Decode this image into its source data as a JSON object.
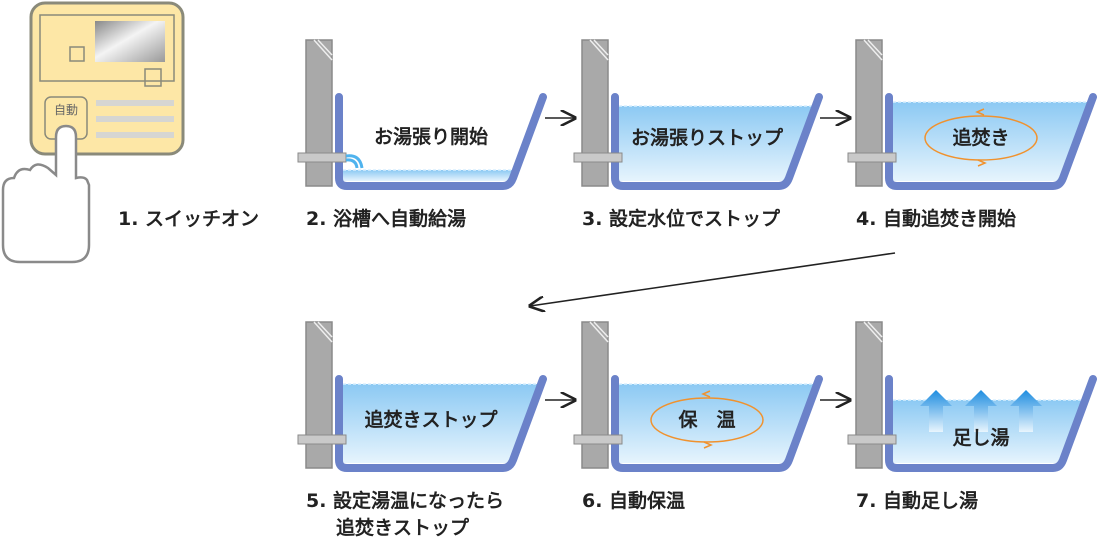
{
  "panel": {
    "button_label": "自動"
  },
  "steps": [
    {
      "label": "1. スイッチオン"
    },
    {
      "label": "2. 浴槽へ自動給湯",
      "tub_text": "お湯張り開始",
      "water": 0.1,
      "effect": "spout"
    },
    {
      "label": "3. 設定水位でストップ",
      "tub_text": "お湯張りストップ",
      "water": 0.9,
      "effect": "none"
    },
    {
      "label": "4. 自動追焚き開始",
      "tub_text": "追焚き",
      "water": 0.95,
      "effect": "circulate"
    },
    {
      "label_lines": [
        "5. 設定湯温になったら",
        "追焚きストップ"
      ],
      "tub_text": "追焚きストップ",
      "water": 0.95,
      "effect": "none"
    },
    {
      "label": "6. 自動保温",
      "tub_text": "保　温",
      "water": 0.95,
      "effect": "circulate"
    },
    {
      "label": "7. 自動足し湯",
      "tub_text": "足し湯",
      "water": 0.75,
      "effect": "up-arrows"
    }
  ],
  "colors": {
    "tub": "#6b82c9",
    "pillar": "#a9a9a9",
    "panel": "#fde7a6",
    "circulate": "#f0922e",
    "arrow_up": "#2b9be6"
  }
}
